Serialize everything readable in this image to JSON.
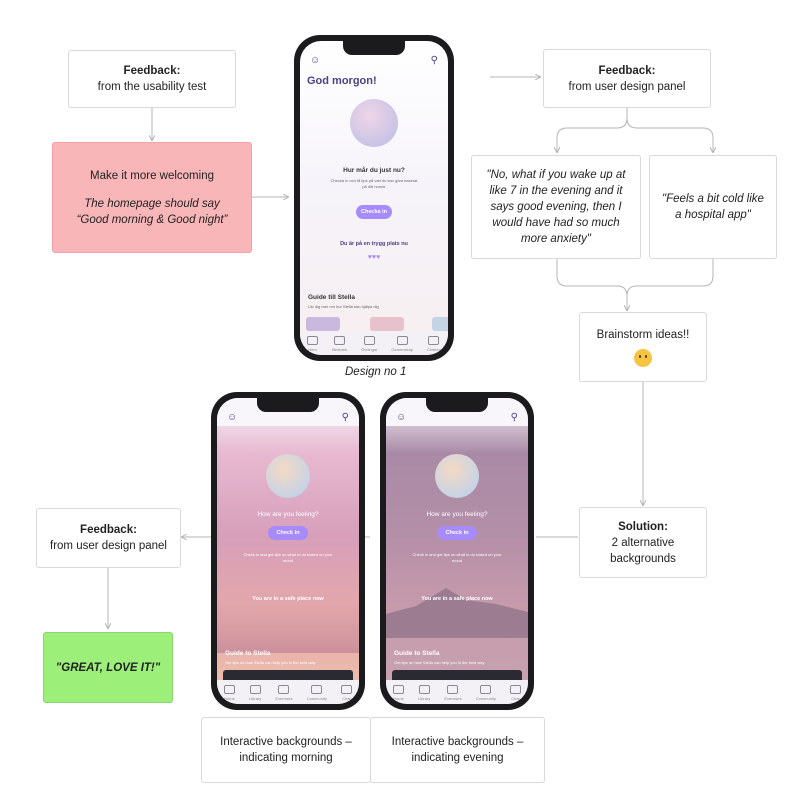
{
  "boxes": {
    "fb_usability": {
      "title": "Feedback:",
      "subtitle": "from the usability test"
    },
    "welcoming": {
      "line1": "Make it more welcoming",
      "line2": "The homepage should say",
      "line3": "“Good morning & Good night”"
    },
    "fb_panel_top": {
      "title": "Feedback:",
      "subtitle": "from user design panel"
    },
    "quote_evening": "\"No, what if you wake up at like 7 in the evening and it says good evening, then I would have had so much more anxiety\"",
    "quote_hospital": "\"Feels a bit cold like a hospital app\"",
    "brainstorm": "Brainstorm ideas!!",
    "solution": {
      "title": "Solution:",
      "line1": "2 alternative",
      "line2": "backgrounds"
    },
    "fb_panel_bottom": {
      "title": "Feedback:",
      "subtitle": "from user design panel"
    },
    "great": "\"GREAT, LOVE IT!\"",
    "morning_caption": "Interactive backgrounds – indicating morning",
    "evening_caption": "Interactive backgrounds – indicating evening"
  },
  "design_caption": "Design no 1",
  "phone1": {
    "greeting": "God morgon!",
    "question": "Hur mår du just nu?",
    "sub": "Checka in och få tips på vad du kan göra baserat på ditt humör",
    "button": "Checka in",
    "safe": "Du är på en trygg plats nu",
    "guide_title": "Guide till Stella",
    "guide_sub": "Lär dig mer om hur Stella kan hjälpa dig",
    "nav": [
      "Hem",
      "Bibliotek",
      "Övningar",
      "Gemenskap",
      "Chatten"
    ]
  },
  "phone2": {
    "question": "How are you feeling?",
    "button": "Check in",
    "sub": "Check in and get tips on what to do based on your mood",
    "safe": "You are in a safe place now",
    "guide_title": "Guide to Stella",
    "guide_sub": "Get tips on how Stella can help you in the best way",
    "nav": [
      "Home",
      "Library",
      "Exercises",
      "Community",
      "Chat"
    ]
  },
  "phone3": {
    "question": "How are you feeling?",
    "button": "Check in",
    "sub": "Check in and get tips on what to do based on your mood",
    "safe": "You are in a safe place now",
    "guide_title": "Guide to Stella",
    "guide_sub": "Get tips on how Stella can help you in the best way",
    "nav": [
      "Home",
      "Library",
      "Exercises",
      "Community",
      "Chat"
    ]
  },
  "colors": {
    "pink_box": "#f8b6b9",
    "green_box": "#9cf07a",
    "accent": "#a78bfa",
    "connector": "#b5b5b5"
  }
}
